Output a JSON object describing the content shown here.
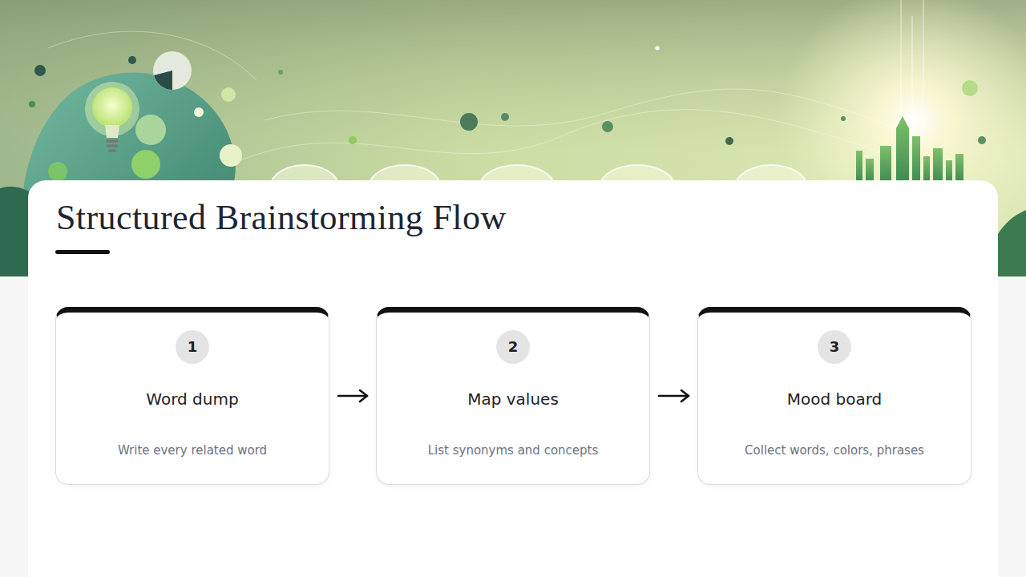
{
  "diagram": {
    "title": "Structured Brainstorming Flow",
    "nodes": [
      {
        "text": [
          "1",
          "Word dump",
          "Write every related word"
        ]
      },
      {
        "text": [
          "2",
          "Map values",
          "List synonyms and concepts"
        ]
      },
      {
        "text": [
          "3",
          "Mood board",
          "Collect words, colors, phrases"
        ]
      }
    ],
    "edges": [
      {
        "from": 0,
        "to": 1,
        "arrow": "to"
      },
      {
        "from": 1,
        "to": 2,
        "arrow": "to"
      }
    ]
  }
}
